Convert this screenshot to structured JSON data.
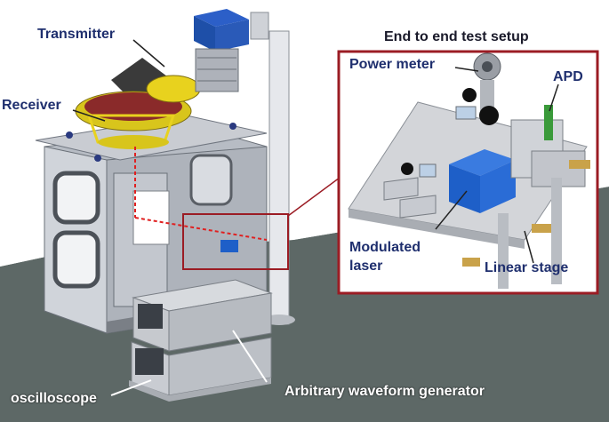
{
  "labels": {
    "transmitter": "Transmitter",
    "receiver": "Receiver",
    "panel_title": "End to end test setup",
    "power_meter": "Power meter",
    "apd": "APD",
    "modulated_laser_line1": "Modulated",
    "modulated_laser_line2": "laser",
    "linear_stage": "Linear stage",
    "oscilloscope": "oscilloscope",
    "arbitrary_waveform_generator": "Arbitrary waveform generator"
  },
  "colors": {
    "label_navy": "#1f2f6e",
    "panel_border": "#9b1c24",
    "laser_path": "#e02020",
    "floor": "#5f6a68",
    "laser_box": "#1e5fc8",
    "yellow_mount": "#e8d21e"
  }
}
